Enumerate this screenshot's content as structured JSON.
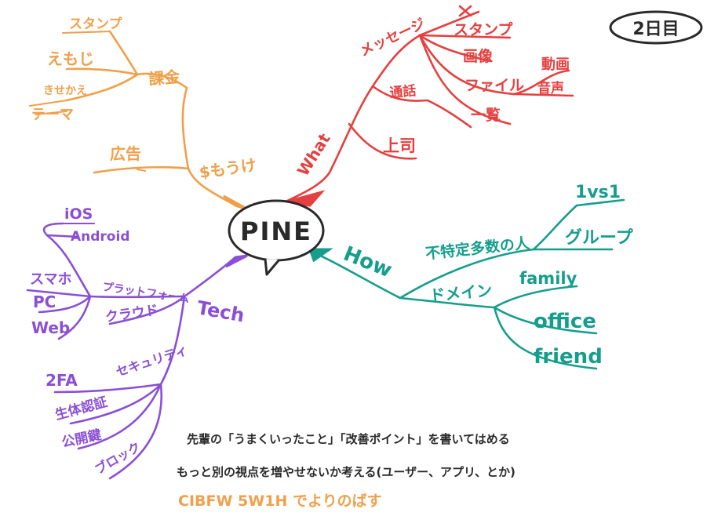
{
  "colors": {
    "orange": "#f0a04b",
    "red": "#e5403f",
    "purple": "#8a4fd6",
    "teal": "#169e8c",
    "ink": "#2a2a2a"
  },
  "day_badge": "2日目",
  "center": "PINE",
  "orange": {
    "monetize": "$もうけ",
    "kakin": "課金",
    "ad": "広告",
    "stamp": "スタンプ",
    "emoji": "えもじ",
    "kisekae": "きせかえ",
    "theme": "テーマ"
  },
  "red": {
    "what": "What",
    "message": "メッセージ",
    "x": "X",
    "stamp": "スタンプ",
    "image": "画像",
    "file": "ファイル",
    "video": "動画",
    "audio": "音声",
    "call": "通話",
    "list": "一覧",
    "boss": "上司"
  },
  "teal": {
    "how": "How",
    "unspecified": "不特定多数の人",
    "one_to_one": "1vs1",
    "group": "グループ",
    "domain": "ドメイン",
    "family": "family",
    "office": "office",
    "friend": "friend"
  },
  "purple": {
    "tech": "Tech",
    "platform": "プラットフォーム",
    "cloud": "クラウド",
    "ios": "iOS",
    "android": "Android",
    "smartphone": "スマホ",
    "pc": "PC",
    "web": "Web",
    "security": "セキュリティ",
    "twofa": "2FA",
    "bio": "生体認証",
    "pubkey": "公開鍵",
    "block": "ブロック"
  },
  "notes": {
    "line1": "先輩の「うまくいったこと」「改善ポイント」を書いてはめる",
    "line2": "もっと別の視点を増やせないか考える(ユーザー、アプリ、とか)",
    "line3": "CIBFW 5W1H でよりのばす"
  }
}
